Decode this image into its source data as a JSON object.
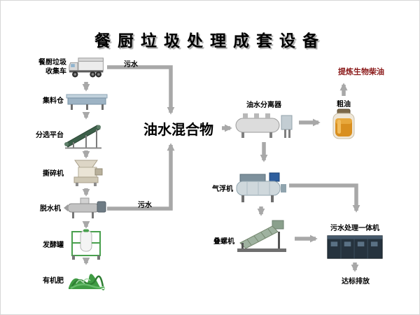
{
  "title": "餐厨垃圾处理成套设备",
  "left_chain": [
    {
      "label": "餐厨垃圾\n收集车",
      "icon": "collection-truck-image"
    },
    {
      "label": "集料仓",
      "icon": "feed-hopper-image"
    },
    {
      "label": "分选平台",
      "icon": "sorting-platform-image"
    },
    {
      "label": "撕碎机",
      "icon": "shredder-image"
    },
    {
      "label": "脱水机",
      "icon": "dewatering-machine-image"
    },
    {
      "label": "发酵罐",
      "icon": "fermentation-tank-image"
    },
    {
      "label": "有机肥",
      "icon": "organic-fertilizer-image"
    }
  ],
  "center": {
    "mixture_label": "油水混合物",
    "sewage_top": "污水",
    "sewage_bottom": "污水"
  },
  "right_flow": {
    "separator": {
      "label": "油水分离器",
      "icon": "oil-water-separator-image"
    },
    "crude_oil": {
      "label": "粗油",
      "icon": "crude-oil-jar-image"
    },
    "biodiesel_label": "提炼生物柴油",
    "flotation": {
      "label": "气浮机",
      "icon": "air-flotation-machine-image"
    },
    "screw_press": {
      "label": "叠螺机",
      "icon": "screw-press-image"
    },
    "treatment": {
      "label": "污水处理一体机",
      "icon": "sewage-treatment-unit-image"
    },
    "discharge_label": "达标排放"
  },
  "colors": {
    "arrow": "#a8a8a8",
    "biodiesel_text": "#8b1a1a",
    "background": "#ffffff"
  }
}
